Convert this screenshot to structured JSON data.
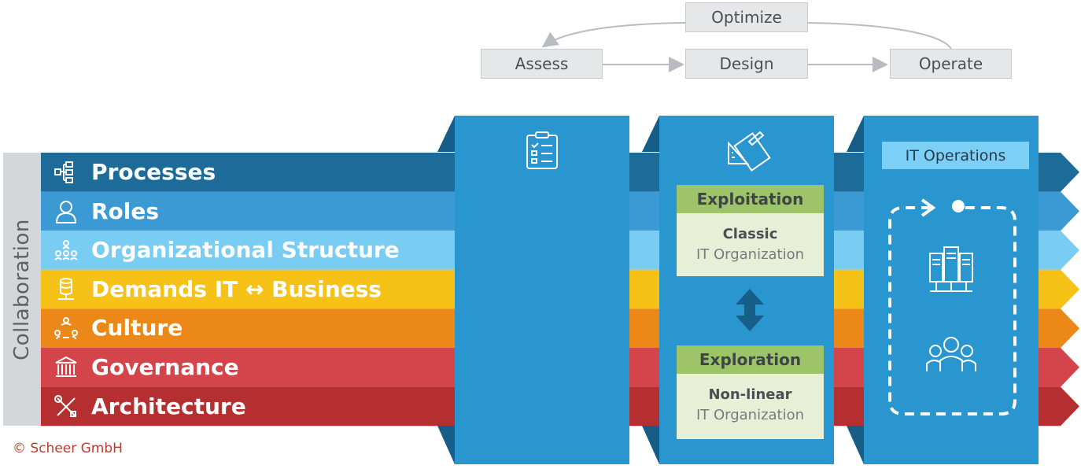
{
  "cycle": {
    "optimize": "Optimize",
    "assess": "Assess",
    "design": "Design",
    "operate": "Operate"
  },
  "collaboration_label": "Collaboration",
  "bands": [
    {
      "label": "Processes",
      "color": "#1c6b99",
      "icon": "process-flow-icon"
    },
    {
      "label": "Roles",
      "color": "#3b9ad3",
      "icon": "person-icon"
    },
    {
      "label": "Organizational Structure",
      "color": "#79cdf3",
      "icon": "org-chart-icon"
    },
    {
      "label": "Demands IT ↔ Business",
      "color": "#f6c217",
      "icon": "database-icon"
    },
    {
      "label": "Culture",
      "color": "#ec8818",
      "icon": "people-circle-icon"
    },
    {
      "label": "Governance",
      "color": "#d3454b",
      "icon": "institution-icon"
    },
    {
      "label": "Architecture",
      "color": "#b52e30",
      "icon": "tools-icon"
    }
  ],
  "columns": {
    "assess_icon": "clipboard-checklist-icon",
    "design_icon": "design-tools-icon",
    "color": "#2a96cf",
    "fold_color": "#165e88"
  },
  "exploitation": {
    "header": "Exploitation",
    "title": "Classic",
    "subtitle": "IT Organization"
  },
  "exploration": {
    "header": "Exploration",
    "title": "Non-linear",
    "subtitle": "IT Organization"
  },
  "it_operations": {
    "label": "IT Operations",
    "icons": [
      "server-icon",
      "team-icon"
    ]
  },
  "copyright": "© Scheer GmbH"
}
